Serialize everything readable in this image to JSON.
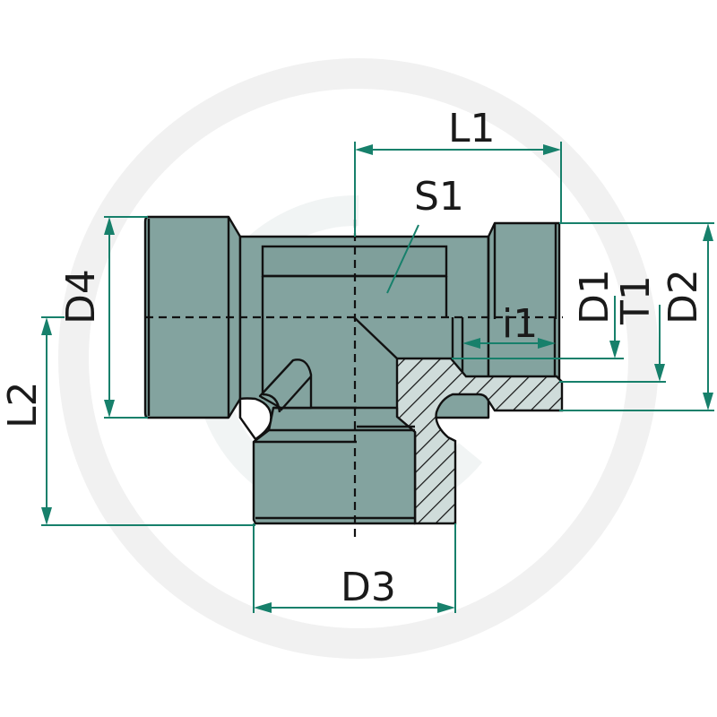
{
  "drawing": {
    "type": "technical-drawing",
    "subject": "tee pipe fitting with female threads, partial cross-section",
    "colors": {
      "part_fill": "#83a39f",
      "part_fill_dark": "#7f9f9b",
      "section_fill": "#cfdcda",
      "outline": "#111111",
      "dimension_line": "#17806b",
      "watermark": "#f0f0f0",
      "background": "#ffffff"
    }
  },
  "dimensions": {
    "L1": "L1",
    "S1": "S1",
    "D4": "D4",
    "L2": "L2",
    "i1": "i1",
    "D1": "D1",
    "T1": "T1",
    "D2": "D2",
    "D3": "D3"
  }
}
